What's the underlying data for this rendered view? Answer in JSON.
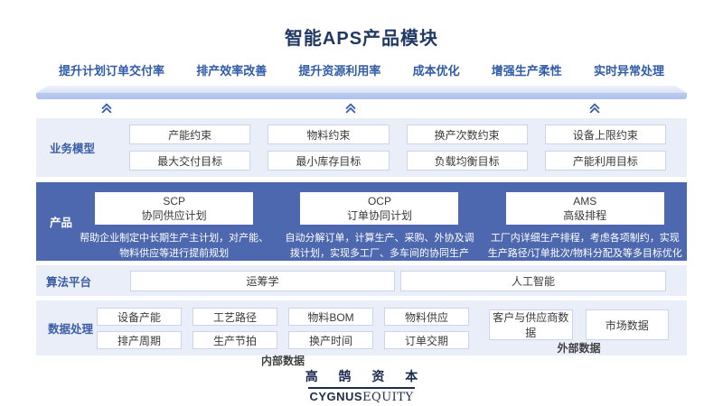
{
  "title": "智能APS产品模块",
  "benefits": [
    "提升计划订单交付率",
    "排产效率改善",
    "提升资源利用率",
    "成本优化",
    "增强生产柔性",
    "实时异常处理"
  ],
  "rows": {
    "business_model": {
      "label": "业务模型",
      "constraints": [
        "产能约束",
        "物料约束",
        "换产次数约束",
        "设备上限约束"
      ],
      "objectives": [
        "最大交付目标",
        "最小库存目标",
        "负载均衡目标",
        "产能利用目标"
      ]
    },
    "products": {
      "label": "产品",
      "items": [
        {
          "acronym": "SCP",
          "name": "协同供应计划",
          "description": "帮助企业制定中长期生产主计划，对产能、物料供应等进行提前规划"
        },
        {
          "acronym": "OCP",
          "name": "订单协同计划",
          "description": "自动分解订单，计算生产、采购、外协及调拨计划，实现多工厂、多车间的协同生产"
        },
        {
          "acronym": "AMS",
          "name": "高级排程",
          "description": "工厂内详细生产排程，考虑各项制约，实现生产路径/订单批次/物料分配及等多目标优化"
        }
      ]
    },
    "algorithm": {
      "label": "算法平台",
      "items": [
        "运筹学",
        "人工智能"
      ]
    },
    "data_processing": {
      "label": "数据处理",
      "internal": {
        "caption": "内部数据",
        "row1": [
          "设备产能",
          "工艺路径",
          "物料BOM",
          "物料供应"
        ],
        "row2": [
          "排产周期",
          "生产节拍",
          "换产时间",
          "订单交期"
        ]
      },
      "external": {
        "caption": "外部数据",
        "items": [
          "客户与供应商数据",
          "市场数据"
        ]
      }
    }
  },
  "footer": {
    "brand_cn": "高 鹄 资 本",
    "brand_en_bold": "CYGNUS",
    "brand_en_serif": "EQUITY"
  },
  "colors": {
    "title": "#1F3864",
    "accent_blue": "#2F5BA8",
    "product_row_bg": "#4D68AE",
    "light_row_bg": "#E9EEF8",
    "box_border": "#C9D5EC",
    "bar_face": "#AFC2EC",
    "logo_navy": "#1B2C4F"
  }
}
